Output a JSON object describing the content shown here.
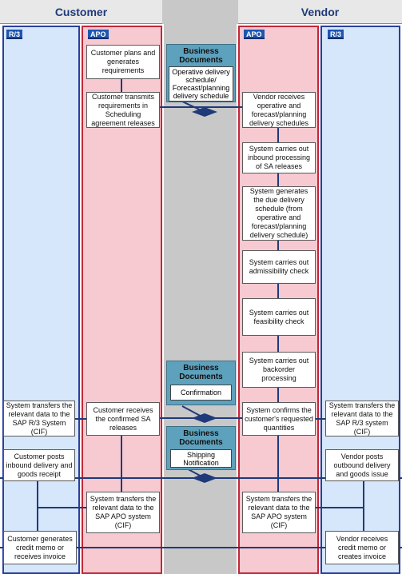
{
  "headers": {
    "customer": "Customer",
    "vendor": "Vendor"
  },
  "lane_tags": {
    "r3": "R/3",
    "apo": "APO"
  },
  "business_docs_title": "Business Documents",
  "business_docs": [
    {
      "content": "Operative delivery schedule/ Forecast/planning delivery schedule"
    },
    {
      "content": "Confirmation"
    },
    {
      "content": "Shipping Notification"
    }
  ],
  "customer_r3": [
    "System transfers the relevant data to the SAP R/3 System (CIF)",
    "Customer posts inbound delivery and goods receipt",
    "Customer generates credit memo or receives invoice"
  ],
  "customer_apo": [
    "Customer plans and generates requirements",
    "Customer transmits requirements in Scheduling agreement releases",
    "Customer receives the confirmed SA releases",
    "System transfers the relevant data to the SAP APO system (CIF)"
  ],
  "vendor_apo": [
    "Vendor receives operative and forecast/planning delivery schedules",
    "System carries out inbound processing of SA releases",
    "System generates the due delivery schedule (from operative and forecast/planning delivery schedule)",
    "System carries out admissibility check",
    "System carries out feasibility check",
    "System carries out backorder processing",
    "System confirms the customer's requested quantities",
    "System transfers the relevant data to the SAP APO system (CIF)"
  ],
  "vendor_r3": [
    "System transfers the relevant data to the SAP R/3 system (CIF)",
    "Vendor posts outbound delivery and goods issue",
    "Vendor receives credit memo or creates invoice"
  ],
  "colors": {
    "line": "#1f3a7a",
    "lane_blue": "#d6e6fb",
    "lane_pink": "#f7c9d0",
    "doc_bg": "#5ea1bd",
    "middle": "#c8c8c8"
  }
}
